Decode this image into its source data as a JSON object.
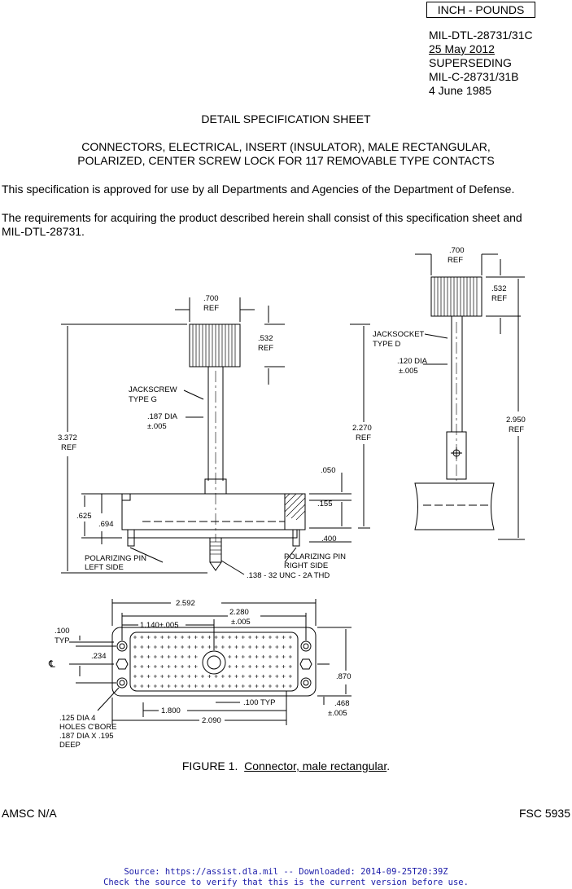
{
  "header": {
    "unit_box": "INCH - POUNDS",
    "doc_number": "MIL-DTL-28731/31C",
    "doc_date": "25 May 2012",
    "superseding": "SUPERSEDING",
    "superseded_doc": "MIL-C-28731/31B",
    "superseded_date": "4 June 1985"
  },
  "title": {
    "sheet": "DETAIL SPECIFICATION SHEET",
    "line1": "CONNECTORS, ELECTRICAL, INSERT (INSULATOR), MALE RECTANGULAR,",
    "line2": "POLARIZED, CENTER SCREW LOCK FOR 117 REMOVABLE TYPE CONTACTS"
  },
  "body": {
    "approval": "This specification is approved for use by all Departments and Agencies of the Department of Defense.",
    "requirements_line1": "The requirements for acquiring the product described herein shall consist of this specification sheet and",
    "requirements_line2": "MIL-DTL-28731."
  },
  "figure": {
    "labels": {
      "d700_left": ".700",
      "ref": "REF",
      "d532": ".532",
      "jackscrew": "JACKSCREW",
      "type_g": "TYPE G",
      "d187dia": ".187 DIA",
      "tol005": "±.005",
      "d3372": "3.372",
      "d2270": "2.270",
      "d050": ".050",
      "d155": ".155",
      "d625": ".625",
      "d694": ".694",
      "d400": ".400",
      "polarizing_pin": "POLARIZING PIN",
      "left_side": "LEFT SIDE",
      "right_side": "RIGHT SIDE",
      "thread": ".138 - 32 UNC - 2A THD",
      "d700_right": ".700",
      "jacksocket": "JACKSOCKET",
      "type_d": "TYPE D",
      "d120dia": ".120 DIA",
      "d2950": "2.950",
      "d2592": "2.592",
      "d2280": "2.280",
      "d1140": "1.140±.005",
      "d100typ": ".100",
      "typ": "TYP",
      "d234": ".234",
      "d870": ".870",
      "d100typ_b": ".100 TYP",
      "d1800": "1.800",
      "d2090": "2.090",
      "d468": ".468",
      "holes1": ".125 DIA 4",
      "holes2": "HOLES C'BORE",
      "holes3": ".187 DIA X .195",
      "holes4": "DEEP",
      "cl": "℄"
    },
    "caption_prefix": "FIGURE 1.",
    "caption_title": "Connector, male rectangular",
    "caption_suffix": "."
  },
  "footer": {
    "amsc": "AMSC N/A",
    "fsc": "FSC 5935",
    "source_line1": "Source: https://assist.dla.mil -- Downloaded: 2014-09-25T20:39Z",
    "source_line2": "Check the source to verify that this is the current version before use."
  }
}
